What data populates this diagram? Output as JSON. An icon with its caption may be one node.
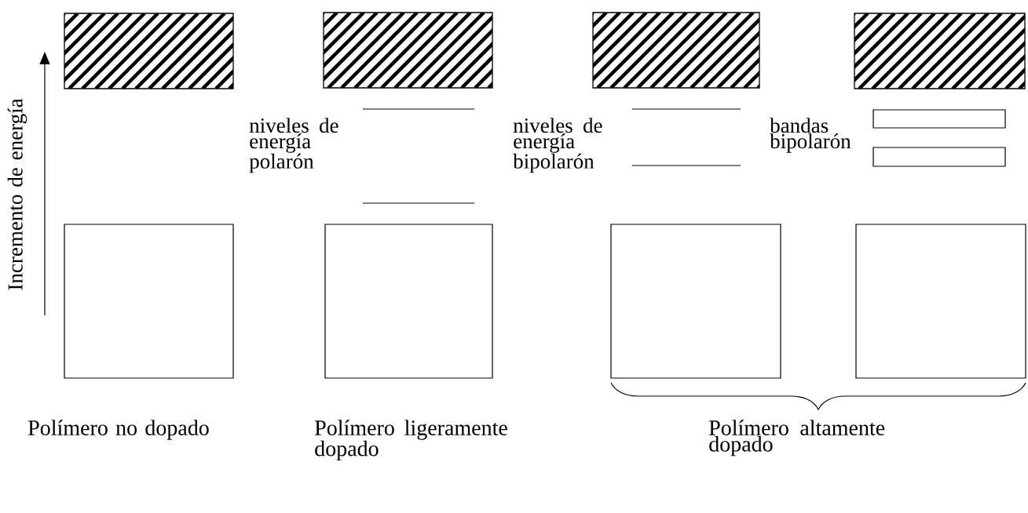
{
  "diagram": {
    "nodes": [
      {
        "text": [],
        "shape": "box"
      },
      {
        "text": [],
        "shape": "box"
      },
      {
        "text": [],
        "shape": "box"
      },
      {
        "text": [],
        "shape": "box"
      },
      {
        "text": [],
        "shape": "box"
      },
      {
        "text": [],
        "shape": "box"
      }
    ],
    "labels": [
      "Incremento de energía",
      "niveles de energía polarón",
      "niveles de energía bipolarón",
      "bandas bipolarón",
      "Polímero no dopado",
      "Polímero ligeramente dopado",
      "Polímero altamente dopado"
    ]
  }
}
